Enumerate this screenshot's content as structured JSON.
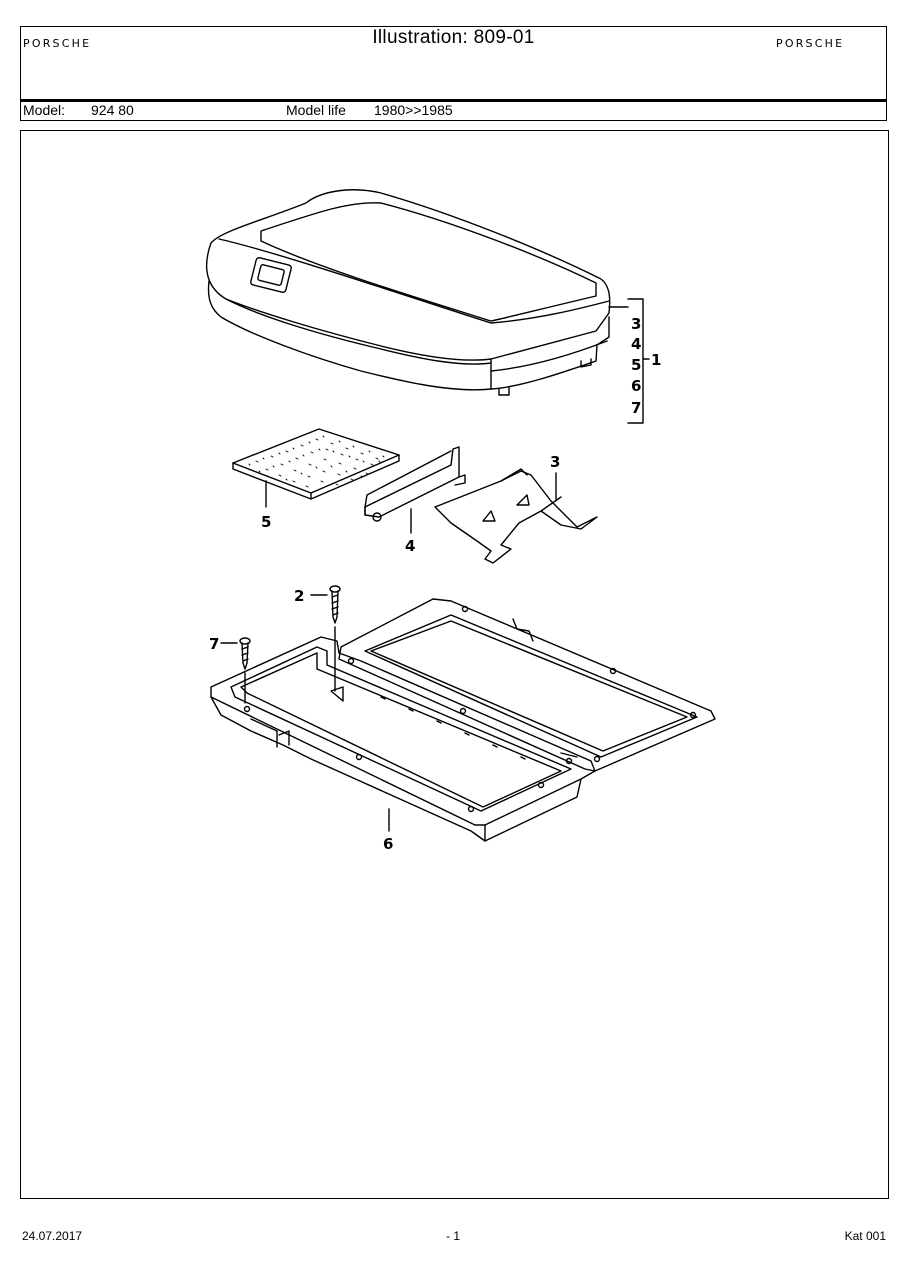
{
  "header": {
    "brand_left": "PORSCHE",
    "brand_right": "PORSCHE",
    "title": "Illustration: 809-01",
    "model_label": "Model:",
    "model_value": "924 80",
    "model_life_label": "Model life",
    "model_life_value": "1980>>1985"
  },
  "callouts": {
    "bracket_items": [
      "3",
      "4",
      "5",
      "6",
      "7"
    ],
    "bracket_parent": "1",
    "item_2": "2",
    "item_3": "3",
    "item_4": "4",
    "item_5": "5",
    "item_6": "6",
    "item_7": "7"
  },
  "footer": {
    "date": "24.07.2017",
    "page": "- 1",
    "catalog": "Kat 001"
  }
}
